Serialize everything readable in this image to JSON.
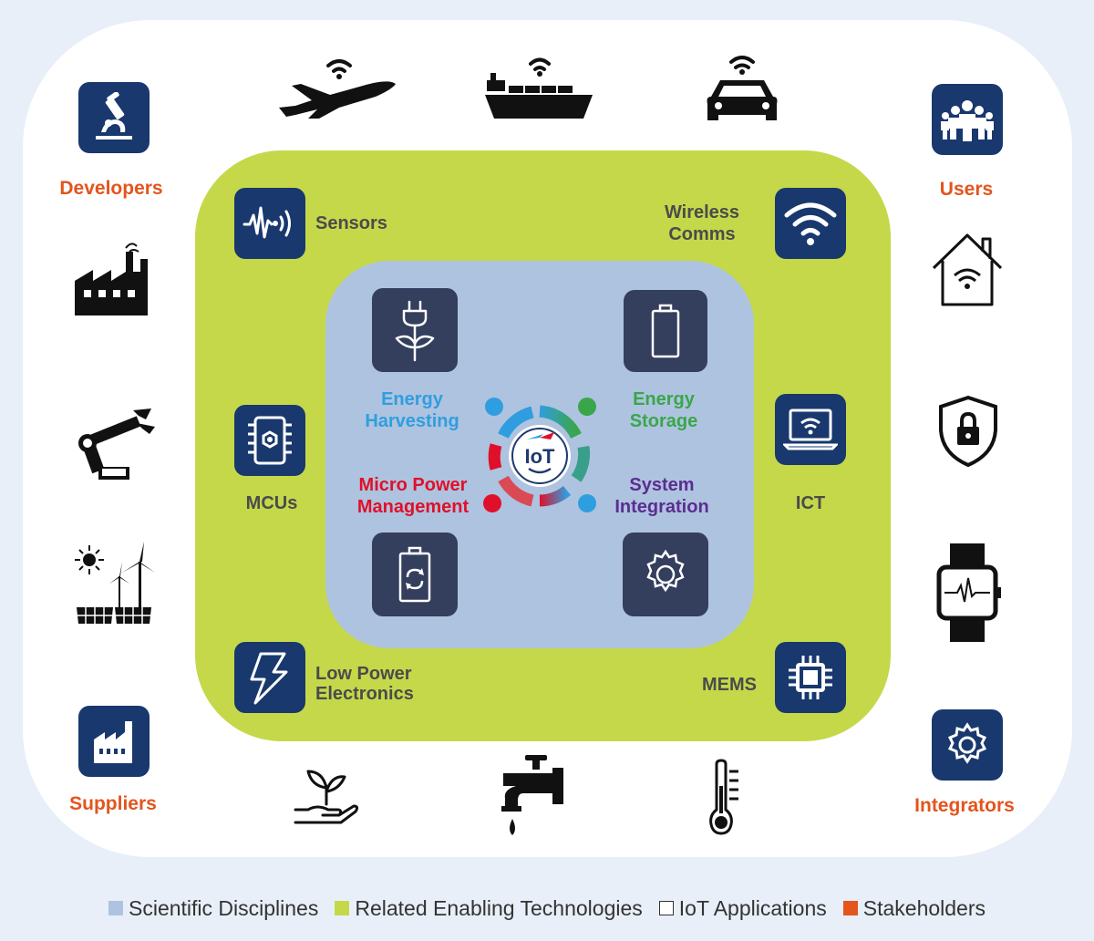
{
  "stakeholders": {
    "developers": "Developers",
    "users": "Users",
    "suppliers": "Suppliers",
    "integrators": "Integrators"
  },
  "technologies": {
    "sensors": "Sensors",
    "wireless": "Wireless\nComms",
    "mcus": "MCUs",
    "ict": "ICT",
    "low_power": "Low Power\nElectronics",
    "mems": "MEMS"
  },
  "disciplines": {
    "energy_harvesting": "Energy\nHarvesting",
    "energy_storage": "Energy\nStorage",
    "micro_power": "Micro Power\nManagement",
    "system_integration": "System\nIntegration"
  },
  "center_logo": "IoT",
  "legend": [
    {
      "label": "Scientific Disciplines",
      "color": "#aec3df"
    },
    {
      "label": "Related Enabling Technologies",
      "color": "#c5d84a"
    },
    {
      "label": "IoT Applications",
      "color": "#ffffff"
    },
    {
      "label": "Stakeholders",
      "color": "#e4541d"
    }
  ],
  "colors": {
    "energy_harvesting": "#2f9ee0",
    "energy_storage": "#3aa64a",
    "micro_power": "#e0102a",
    "system_integration": "#5b2d91",
    "tile_navy": "#18386e",
    "tile_slate": "#343e5d"
  },
  "application_icons": [
    "airplane-wifi-icon",
    "ship-wifi-icon",
    "car-wifi-icon",
    "factory-icon",
    "robot-arm-icon",
    "renewable-energy-icon",
    "plant-hand-icon",
    "water-tap-icon",
    "thermometer-icon",
    "smart-home-icon",
    "security-lock-icon",
    "smartwatch-icon"
  ]
}
